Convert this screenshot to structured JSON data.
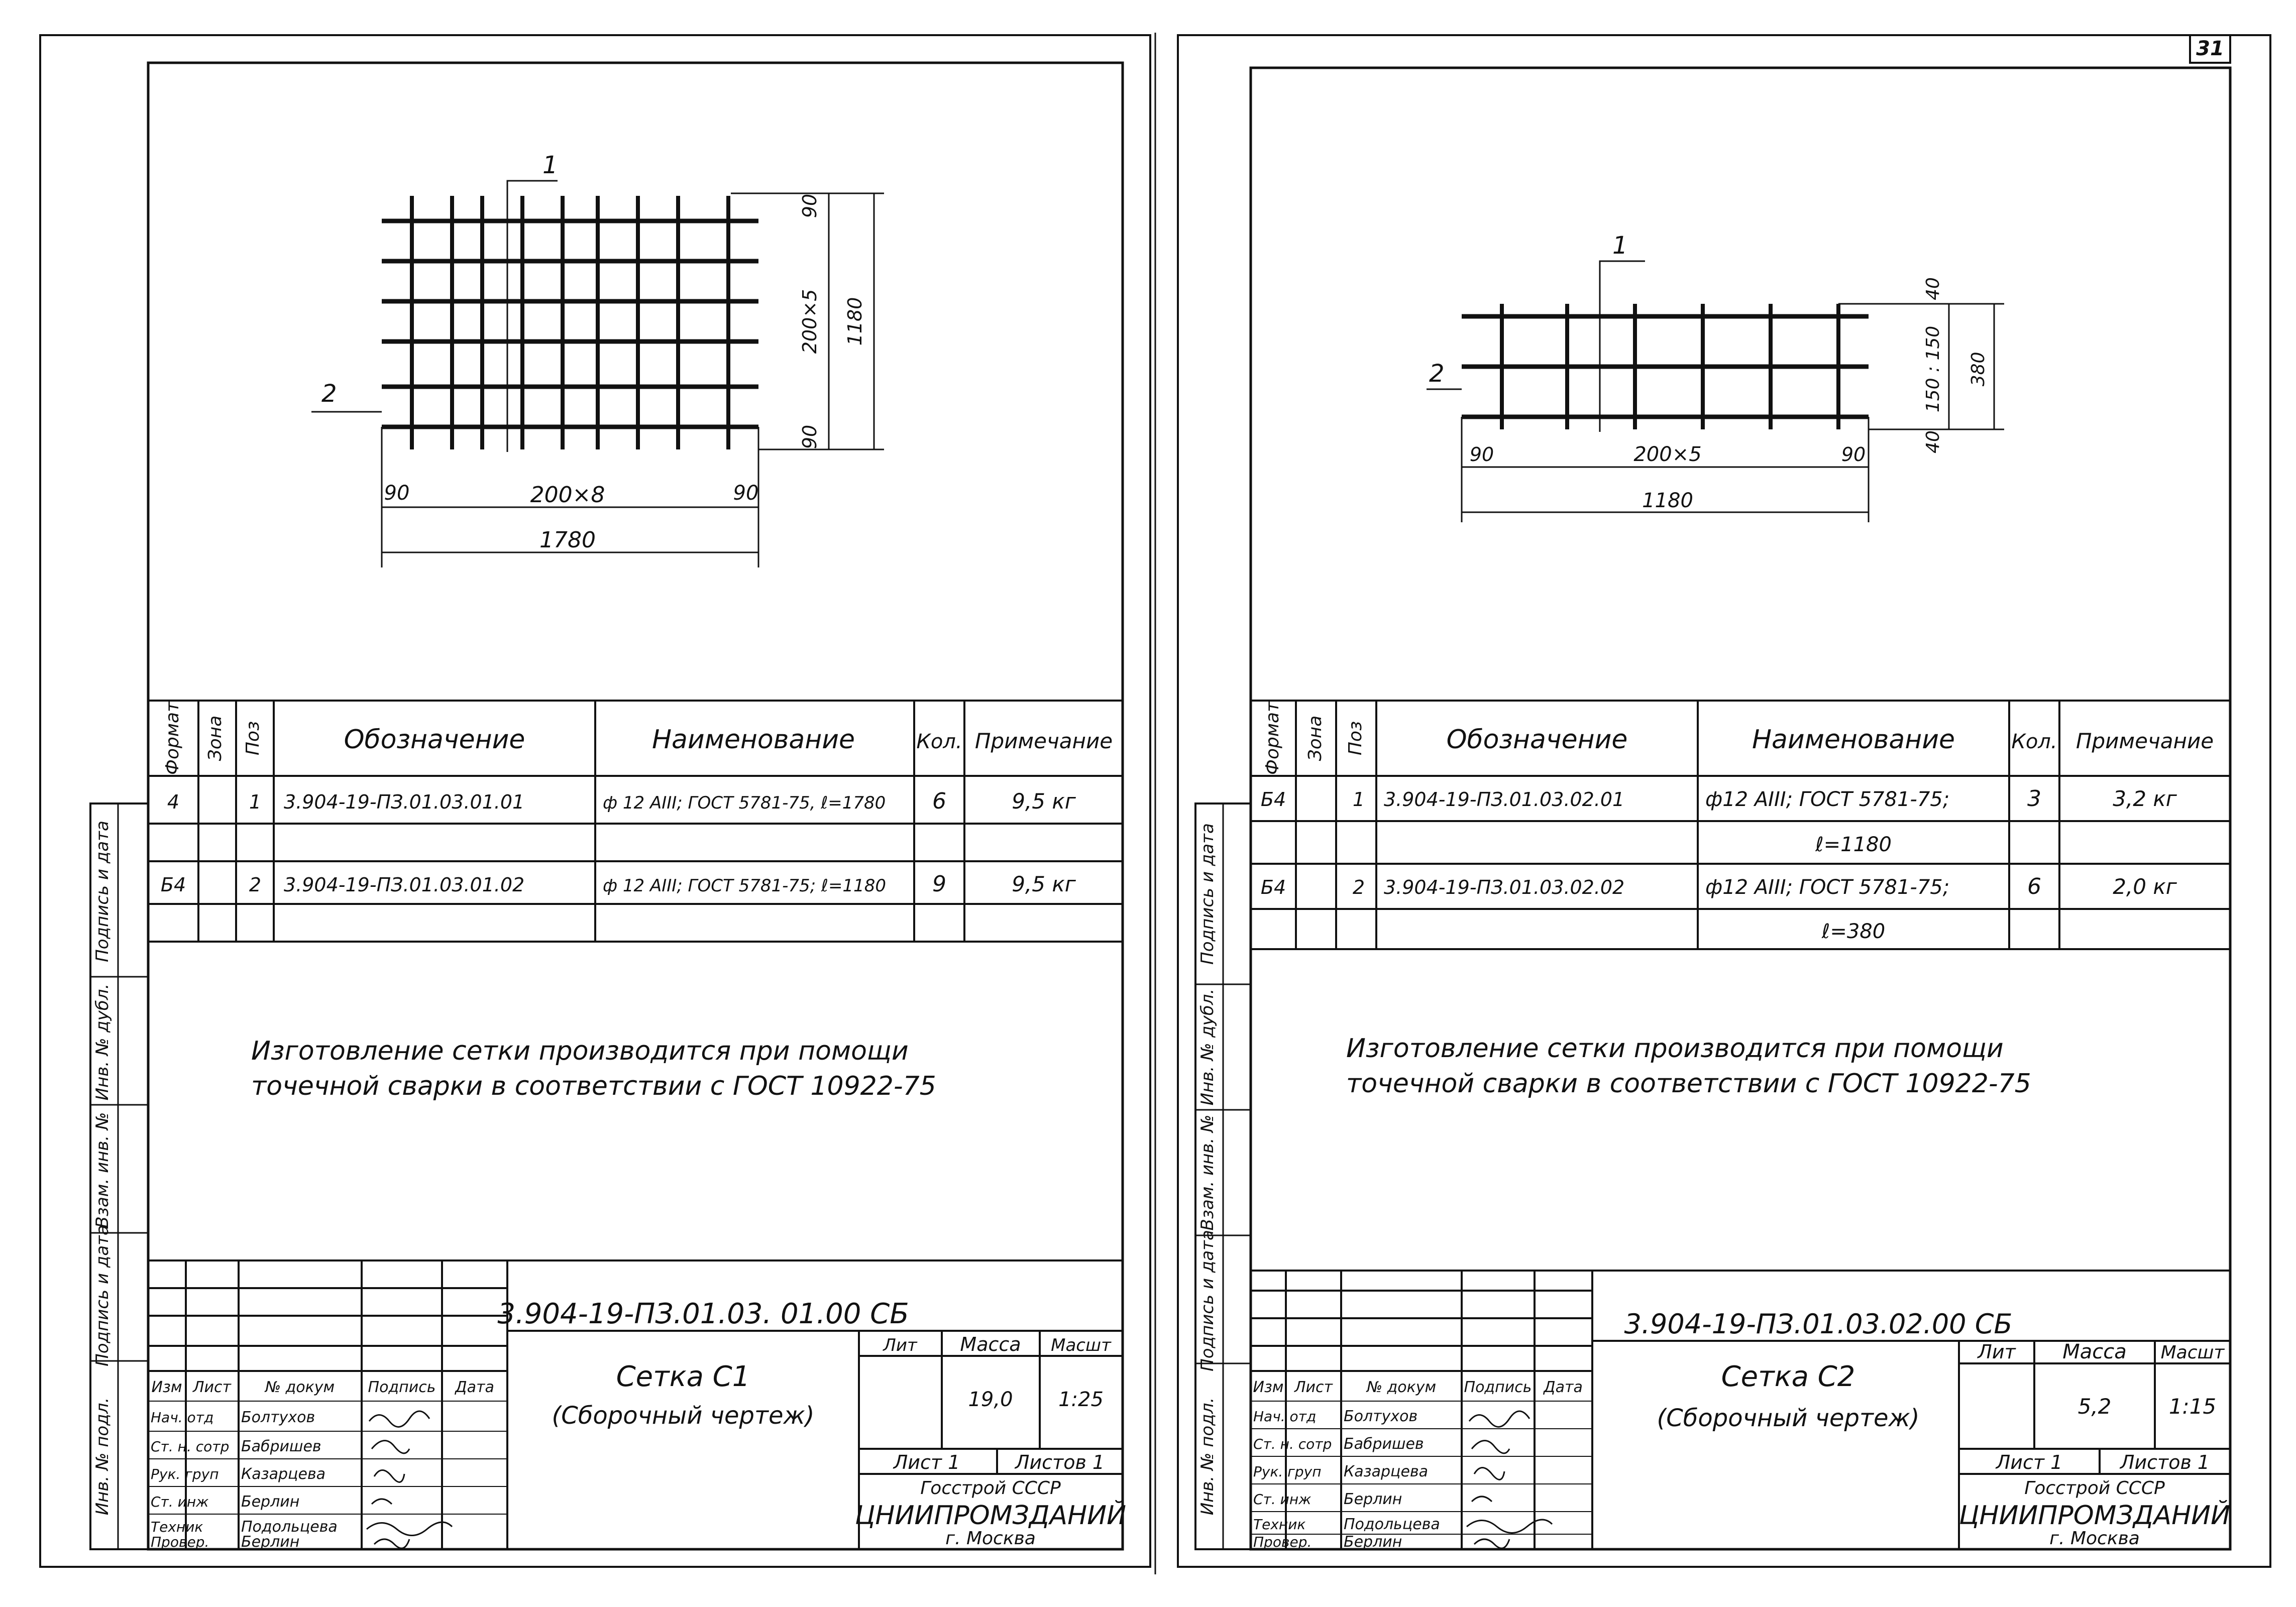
{
  "page_number": "31",
  "spec_headers": {
    "format": "Формат",
    "zone": "Зона",
    "pos": "Поз",
    "designation": "Обозначение",
    "name": "Наименование"
  },
  "side_stamp": [
    "Инв. № подл.",
    "Подпись и дата",
    "Взам. инв. №",
    "Инв. № дубл.",
    "Подпись и дата"
  ],
  "title_block_headers": {
    "izm": "Изм",
    "list": "Лист",
    "doc": "№ докум",
    "sign": "Подпись",
    "date": "Дата",
    "lit": "Лит",
    "mass": "Масса",
    "scale": "Масшт"
  },
  "left_sheet": {
    "drawing": {
      "callout_1": "1",
      "callout_2": "2",
      "dim_top": "90",
      "dim_bottom": "90",
      "dim_vertical_mid": "200×5",
      "dim_vertical_total": "1180",
      "dim_left": "90",
      "dim_right": "90",
      "dim_horizontal_mid": "200×8",
      "dim_horizontal_total": "1780"
    },
    "qty_header": "Кол.",
    "note_header": "Примечание",
    "spec_rows": [
      {
        "format": "4",
        "pos": "1",
        "designation": "3.904-19-ПЗ.01.03.01.01",
        "name_line1": "ф 12 АIII; ГОСТ 5781-75, ℓ=1780",
        "name_line2": "",
        "qty": "6",
        "note": "9,5 кг"
      },
      {
        "format": "Б4",
        "pos": "2",
        "designation": "3.904-19-ПЗ.01.03.01.02",
        "name_line1": "ф 12 АIII; ГОСТ 5781-75; ℓ=1180",
        "name_line2": "",
        "qty": "9",
        "note": "9,5 кг"
      }
    ],
    "note_line1": "Изготовление сетки производится при помощи",
    "note_line2": "точечной сварки в соответствии с ГОСТ 10922-75",
    "doc_code": "3.904-19-ПЗ.01.03. 01.00 СБ",
    "title_line1": "Сетка С1",
    "title_line2": "(Сборочный чертеж)",
    "mass": "19,0",
    "scale": "1:25",
    "sheet_label": "Лист 1",
    "sheets_label": "Листов 1",
    "org_line1": "Госстрой СССР",
    "org_line2": "ЦНИИПРОМЗДАНИЙ",
    "org_line3": "г. Москва",
    "staff": [
      {
        "role": "Нач. отд",
        "name": "Болтухов"
      },
      {
        "role": "Ст. н. сотр",
        "name": "Бабришев"
      },
      {
        "role": "Рук. груп",
        "name": "Казарцева"
      },
      {
        "role": "Ст. инж",
        "name": "Берлин"
      },
      {
        "role": "Техник",
        "name": "Подольцева"
      },
      {
        "role": "Провер.",
        "name": "Берлин"
      }
    ]
  },
  "right_sheet": {
    "drawing": {
      "callout_1": "1",
      "callout_2": "2",
      "dim_top": "40",
      "dim_mid": "150 : 150",
      "dim_bottom": "40",
      "dim_vertical_total": "380",
      "dim_left": "90",
      "dim_horizontal_mid": "200×5",
      "dim_right": "90",
      "dim_horizontal_total": "1180"
    },
    "qty_header": "Кол.",
    "note_header": "Примечание",
    "spec_rows": [
      {
        "format": "Б4",
        "pos": "1",
        "designation": "3.904-19-ПЗ.01.03.02.01",
        "name_line1": "ф12 АIII; ГОСТ 5781-75;",
        "name_line2": "ℓ=1180",
        "qty": "3",
        "note": "3,2 кг"
      },
      {
        "format": "Б4",
        "pos": "2",
        "designation": "3.904-19-ПЗ.01.03.02.02",
        "name_line1": "ф12 АIII; ГОСТ 5781-75;",
        "name_line2": "ℓ=380",
        "qty": "6",
        "note": "2,0 кг"
      }
    ],
    "note_line1": "Изготовление сетки производится при помощи",
    "note_line2": "точечной сварки в соответствии с ГОСТ 10922-75",
    "doc_code": "3.904-19-ПЗ.01.03.02.00 СБ",
    "title_line1": "Сетка С2",
    "title_line2": "(Сборочный чертеж)",
    "mass": "5,2",
    "scale": "1:15",
    "sheet_label": "Лист 1",
    "sheets_label": "Листов 1",
    "org_line1": "Госстрой СССР",
    "org_line2": "ЦНИИПРОМЗДАНИЙ",
    "org_line3": "г. Москва",
    "staff": [
      {
        "role": "Нач. отд",
        "name": "Болтухов"
      },
      {
        "role": "Ст. н. сотр",
        "name": "Бабришев"
      },
      {
        "role": "Рук. груп",
        "name": "Казарцева"
      },
      {
        "role": "Ст. инж",
        "name": "Берлин"
      },
      {
        "role": "Техник",
        "name": "Подольцева"
      },
      {
        "role": "Провер.",
        "name": "Берлин"
      }
    ]
  }
}
